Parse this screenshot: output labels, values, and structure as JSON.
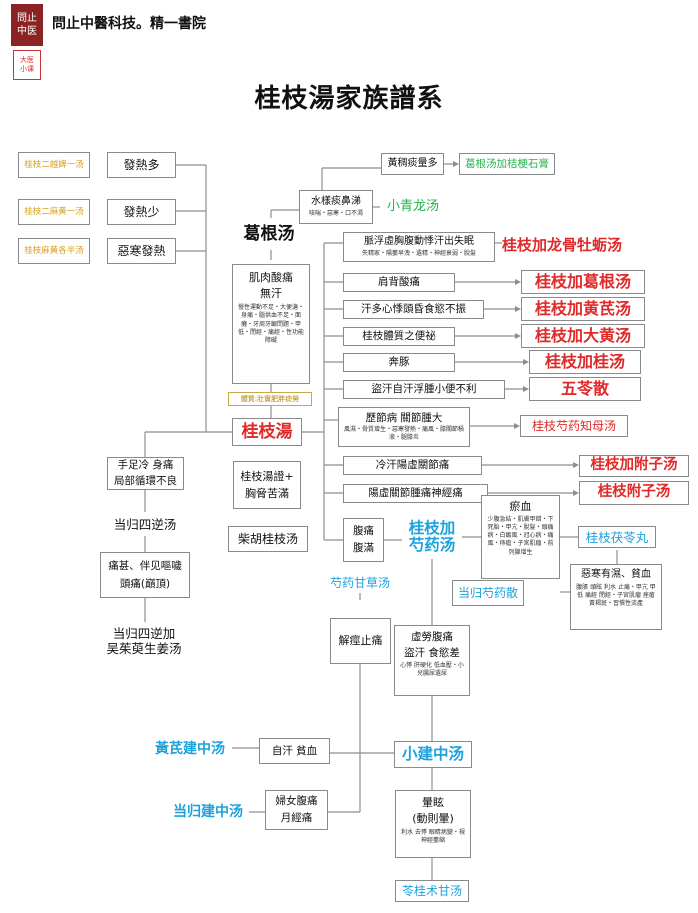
{
  "header": {
    "logo_line1": "問止",
    "logo_line2": "中医",
    "badge_line1": "大医",
    "badge_line2": "小课",
    "org_title": "問止中醫科技。精一書院"
  },
  "diagram": {
    "title": "桂枝湯家族譜系",
    "left": {
      "gold1": "桂枝二越婢一汤",
      "gold2": "桂枝二麻黄一汤",
      "gold3": "桂枝麻黄各半汤",
      "fever_more": "發熱多",
      "fever_less": "發熱少",
      "aversion": "惡寒發熱",
      "cold_limbs_1": "手足冷 身痛",
      "cold_limbs_2": "局部循環不良",
      "danggui": "当归四逆汤",
      "pain_1": "痛甚、伴见嘔噦",
      "pain_2": "頭痛(巔頂)",
      "danggui_plus_1": "当归四逆加",
      "danggui_plus_2": "吴茱萸生姜汤"
    },
    "center": {
      "gegen": "葛根汤",
      "muscle_title": "肌肉酸痛",
      "muscle_sub": "無汗",
      "muscle_detail": "慢性運動不足・大便溏・身痛・腦供血不足・面癱・牙周牙齦問題・甲低・閉經・痛經・性功能障礙",
      "constitution": "體質:壯實肥胖痰勞",
      "guizhi": "桂枝湯",
      "syndrome_1": "桂枝湯證+",
      "syndrome_2": "胸脅苦滿",
      "chaihu": "柴胡桂枝汤",
      "water_title": "水樣痰鼻涕",
      "water_sub": "咳喘・惡寒・口不渴",
      "xiaoqinglong": "小青龙汤",
      "yellow_phlegm": "黃稠痰量多",
      "gegen_plus": "葛根汤加桔梗石膏"
    },
    "right": {
      "r1_cond": "脈浮虛胸腹動悸汗出失眠",
      "r1_sub": "失精家・陽萎早洩・遺精・神經衰弱・脫髮",
      "r1_rx": "桂枝加龙骨牡蛎汤",
      "r2_cond": "肩背酸痛",
      "r2_rx": "桂枝加葛根汤",
      "r3_cond": "汗多心悸頭昏食慾不振",
      "r3_rx": "桂枝加黄芪汤",
      "r4_cond": "桂枝體質之便祕",
      "r4_rx": "桂枝加大黄汤",
      "r5_cond": "奔豚",
      "r5_rx": "桂枝加桂汤",
      "r6_cond": "盜汗自汗浮腫小便不利",
      "r6_rx": "五苓散",
      "r7_cond": "歷節病 關節腫大",
      "r7_sub": "風濕・骨質增生・惡寒發熱・痛風・膝關節積液・腿膝炎",
      "r7_rx": "桂枝芍药知母汤",
      "r8_cond": "冷汗陽虛關節痛",
      "r8_rx": "桂枝加附子汤",
      "r9_cond": "陽虛關節腫痛神經痛",
      "r9_rx": "桂枝附子汤"
    },
    "lower": {
      "belly_1": "腹痛",
      "belly_2": "腹滿",
      "shaoyao_rx": "桂枝加芍药汤",
      "stasis_title": "瘀血",
      "stasis_detail": "少腹急結・肌膚甲錯・下死胎・甲亢・脫髮・頭痛病・白癜風・冠心病・痛風・痔瘡・子宮肌瘤・前列腺增生",
      "fuling_rx": "桂枝茯苓丸",
      "danggui_shaoyao": "当归芍药散",
      "cold_damp_title": "惡寒有濕、貧血",
      "cold_damp_detail": "腹脹 頭眩 利水 止痛・甲亢 甲低 痛經 閉經・子宮肌瘤 痤瘡 黃褐斑・習慣性流產",
      "shaoyao_gancao": "芍药甘草汤",
      "spasm": "解痙止痛",
      "deficiency_1": "虛勞腹痛",
      "deficiency_2": "盜汗 食慾差",
      "deficiency_detail": "心悸 肝硬化 低血壓・小兒腸尿遺尿",
      "xiaojianzhong": "小建中汤",
      "huangqi": "黃芪建中汤",
      "sweat_anemia": "自汗 貧血",
      "danggui_jianzhong": "当归建中汤",
      "women_1": "婦女腹痛",
      "women_2": "月經痛",
      "dizzy_1": "暈眩",
      "dizzy_2": "(動則暈)",
      "dizzy_detail": "利水 去悸 眼睛病變・視神經萎縮",
      "linggui": "苓桂术甘汤"
    }
  }
}
